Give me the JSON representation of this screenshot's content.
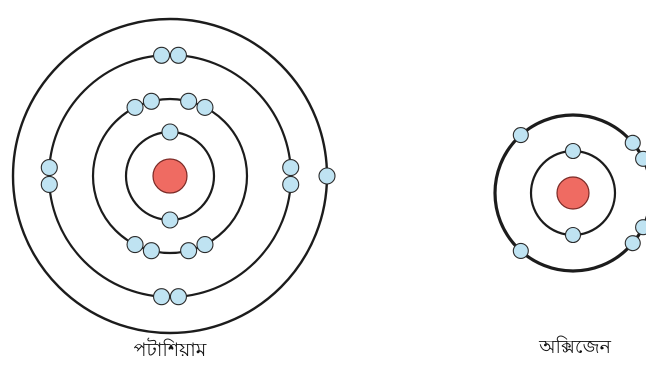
{
  "colors": {
    "nucleus_fill": "#ef6b62",
    "nucleus_stroke": "#7a2a26",
    "electron_fill": "#bfe3f2",
    "electron_stroke": "#2b2b2b",
    "shell_stroke": "#1c1c1c",
    "background": "#ffffff"
  },
  "atoms": [
    {
      "key": "potassium",
      "label": "পটাশিয়াম",
      "electrons_per_shell": [
        2,
        8,
        8,
        1
      ]
    },
    {
      "key": "oxygen",
      "label": "অক্সিজেন",
      "electrons_per_shell": [
        2,
        6
      ]
    }
  ]
}
